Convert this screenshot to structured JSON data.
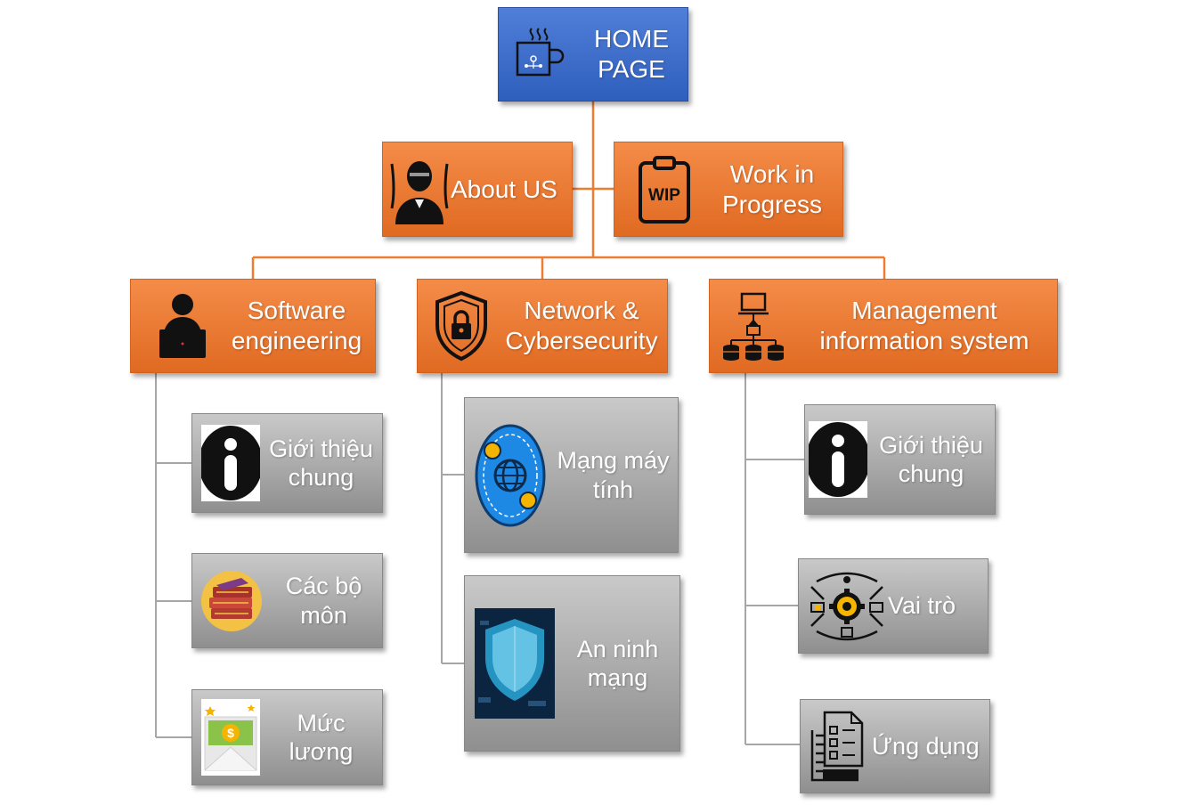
{
  "colors": {
    "home": "#3a6cc9",
    "category": "#ed7d31",
    "subitem": "#a6a6a6",
    "connector_orange": "#ed7d31",
    "connector_gray": "#a6a6a6"
  },
  "home": {
    "label": "HOME\nPAGE",
    "icon": "coffee-laptop-icon"
  },
  "top_row": [
    {
      "label": "About US",
      "icon": "person-icon"
    },
    {
      "label": "Work in\nProgress",
      "icon": "wip-clipboard-icon"
    }
  ],
  "categories": [
    {
      "label": "Software\nengineering",
      "icon": "laptop-user-icon",
      "children": [
        {
          "label": "Giới thiệu\nchung",
          "icon": "info-icon"
        },
        {
          "label": "Các bộ\nmôn",
          "icon": "books-icon"
        },
        {
          "label": "Mức\nlương",
          "icon": "salary-envelope-icon"
        }
      ]
    },
    {
      "label": "Network &\nCybersecurity",
      "icon": "shield-lock-icon",
      "children": [
        {
          "label": "Mạng máy\ntính",
          "icon": "network-globe-icon"
        },
        {
          "label": "An ninh\nmạng",
          "icon": "cyber-shield-icon"
        }
      ]
    },
    {
      "label": "Management\ninformation system",
      "icon": "database-hierarchy-icon",
      "children": [
        {
          "label": "Giới thiệu\nchung",
          "icon": "info-icon"
        },
        {
          "label": "Vai trò",
          "icon": "gear-user-icon"
        },
        {
          "label": "Ứng dụng",
          "icon": "checklist-icon"
        }
      ]
    }
  ]
}
